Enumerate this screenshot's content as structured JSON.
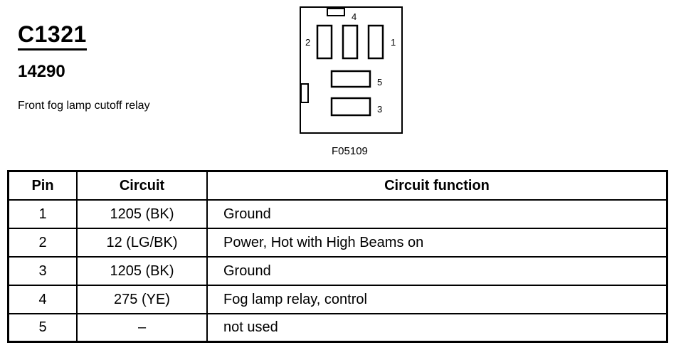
{
  "header": {
    "connector_id": "C1321",
    "part_number": "14290",
    "description": "Front fog lamp cutoff relay"
  },
  "diagram": {
    "figure_code": "F05109",
    "pin_labels": [
      "1",
      "2",
      "3",
      "4",
      "5"
    ]
  },
  "table": {
    "headers": [
      "Pin",
      "Circuit",
      "Circuit function"
    ],
    "rows": [
      {
        "pin": "1",
        "circuit": "1205 (BK)",
        "function": "Ground"
      },
      {
        "pin": "2",
        "circuit": "12 (LG/BK)",
        "function": "Power, Hot with High Beams on"
      },
      {
        "pin": "3",
        "circuit": "1205 (BK)",
        "function": "Ground"
      },
      {
        "pin": "4",
        "circuit": "275 (YE)",
        "function": "Fog lamp relay, control"
      },
      {
        "pin": "5",
        "circuit": "–",
        "function": "not used"
      }
    ]
  }
}
